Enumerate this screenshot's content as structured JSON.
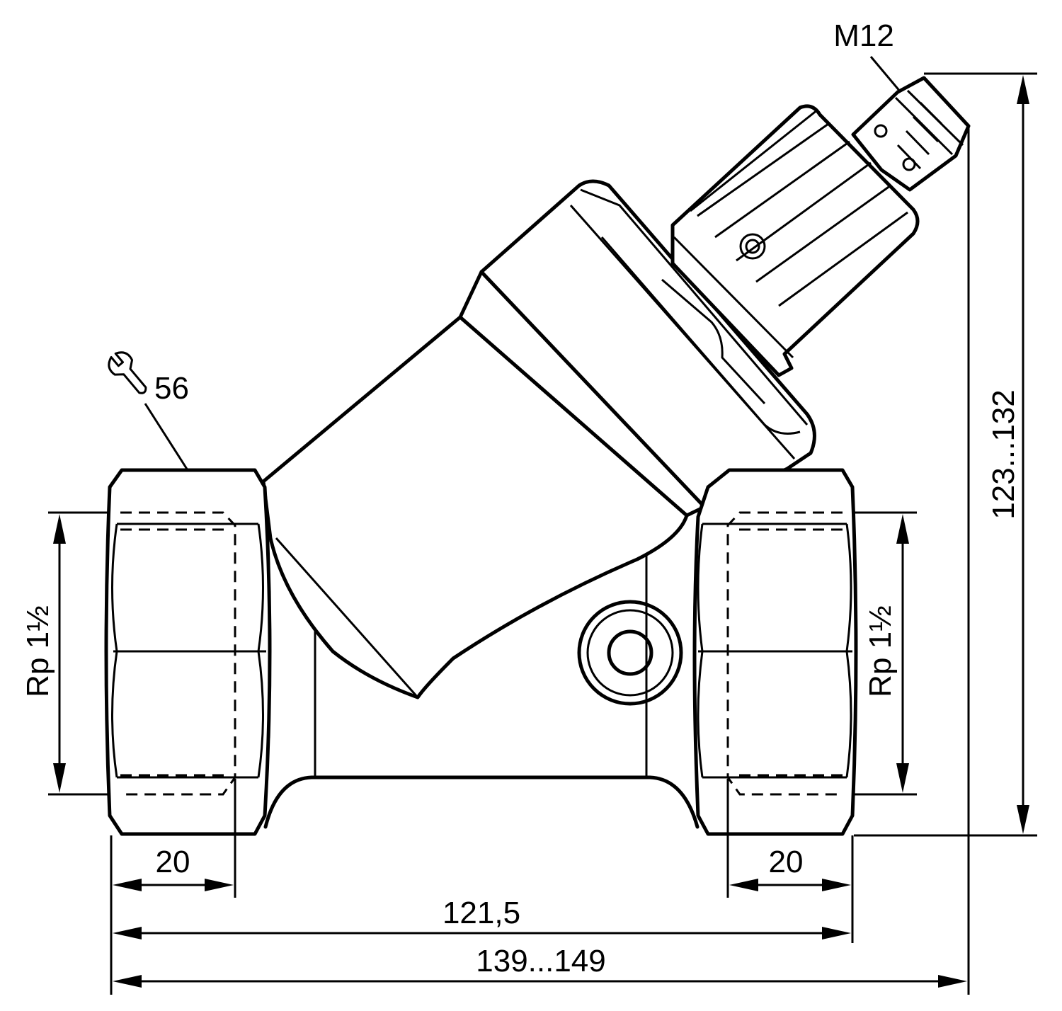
{
  "labels": {
    "connector": "M12",
    "wrench_size": "56",
    "thread_left": "Rp 1½",
    "thread_right": "Rp 1½",
    "thread_depth_left": "20",
    "thread_depth_right": "20",
    "body_length": "121,5",
    "overall_length": "139...149",
    "overall_height": "123...132"
  },
  "icons": {
    "wrench": "wrench-icon"
  },
  "colors": {
    "line": "#000000",
    "background": "#ffffff"
  }
}
